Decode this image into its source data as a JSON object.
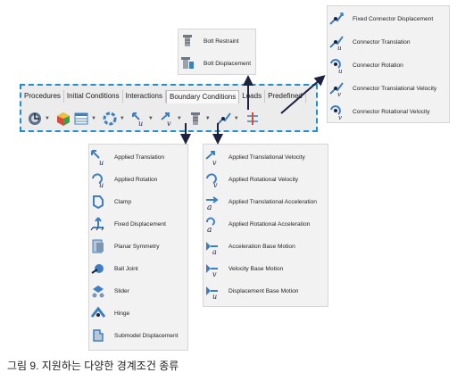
{
  "toolbar": {
    "tabs": [
      "Procedures",
      "Initial Conditions",
      "Interactions",
      "Boundary Conditions",
      "Loads",
      "Predefined"
    ]
  },
  "bolt_menu": {
    "items": [
      {
        "label": "Bolt Restraint",
        "icon": "bolt-restraint-icon"
      },
      {
        "label": "Bolt Displacement",
        "icon": "bolt-displacement-icon"
      }
    ]
  },
  "connector_menu": {
    "items": [
      {
        "label": "Fixed Connector Displacement"
      },
      {
        "label": "Connector Translation"
      },
      {
        "label": "Connector Rotation"
      },
      {
        "label": "Connector Translational Velocity"
      },
      {
        "label": "Connector Rotational Velocity"
      }
    ]
  },
  "displacement_menu": {
    "items": [
      {
        "label": "Applied Translation"
      },
      {
        "label": "Applied Rotation"
      },
      {
        "label": "Clamp"
      },
      {
        "label": "Fixed Displacement"
      },
      {
        "label": "Planar Symmetry"
      },
      {
        "label": "Ball Joint"
      },
      {
        "label": "Slider"
      },
      {
        "label": "Hinge"
      },
      {
        "label": "Submodel Displacement"
      }
    ]
  },
  "velocity_menu": {
    "items": [
      {
        "label": "Applied Translational Velocity"
      },
      {
        "label": "Applied Rotational Velocity"
      },
      {
        "label": "Applied Translational Acceleration"
      },
      {
        "label": "Applied Rotational Acceleration"
      },
      {
        "label": "Acceleration Base Motion"
      },
      {
        "label": "Velocity Base Motion"
      },
      {
        "label": "Displacement Base Motion"
      }
    ]
  },
  "caption": "그림 9. 지원하는 다양한 경계조건 종류",
  "colors": {
    "highlight": "#1e8fd0",
    "arrow": "#1c2240",
    "icon_blue": "#3d7fc1",
    "panel": "#f2f2f2"
  }
}
